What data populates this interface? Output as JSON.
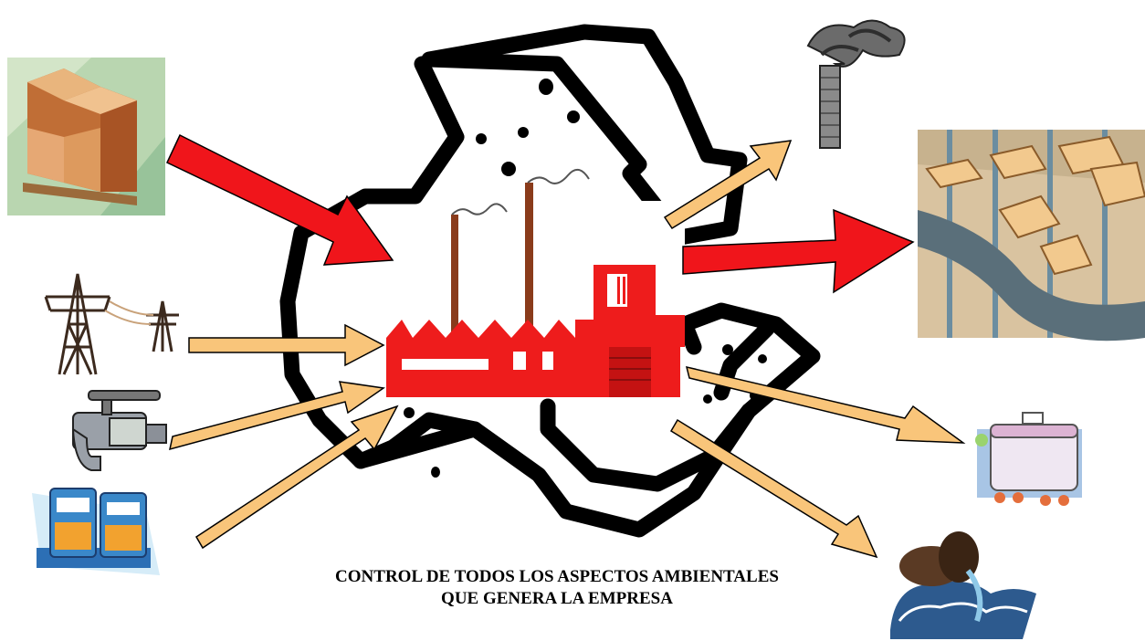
{
  "caption": {
    "line1": "CONTROL DE TODOS LOS ASPECTOS AMBIENTALES",
    "line2": "QUE GENERA LA EMPRESA"
  },
  "icons": {
    "raw_materials": "stacked-boxes-on-pallet",
    "energy": "power-transmission-towers",
    "water": "water-faucet",
    "fuel": "fuel-pumps",
    "center": "red-factory-with-chimneys",
    "background": "recycling-arrows",
    "air_emissions": "smokestack-with-smoke",
    "products": "boxes-on-conveyor-belt",
    "solid_waste": "waste-container",
    "wastewater": "discharge-pipe"
  },
  "colors": {
    "main_flow_arrow": "#f0151b",
    "secondary_arrow": "#f9c57a",
    "factory": "#ee1c1c",
    "recycle_outline": "#000000"
  }
}
